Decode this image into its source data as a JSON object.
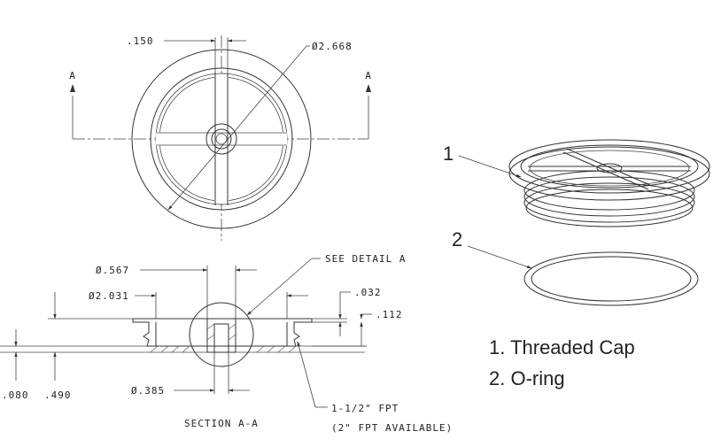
{
  "top_view": {
    "dim_rib": ".150",
    "dim_diameter": "Ø2.668",
    "section_marker_left": "A",
    "section_marker_right": "A"
  },
  "section_view": {
    "dim_hub": "Ø.567",
    "dim_flange": "Ø2.031",
    "dim_bore": "Ø.385",
    "dim_lip": ".032",
    "dim_flange_thk": ".112",
    "dim_base": ".080",
    "dim_height": ".490",
    "detail_note": "SEE DETAIL A",
    "thread_note_line1": "1-1/2\" FPT",
    "thread_note_line2": "(2\" FPT AVAILABLE)",
    "caption": "SECTION A-A"
  },
  "callouts": {
    "item1": "1",
    "item2": "2"
  },
  "legend": {
    "item1": "1. Threaded Cap",
    "item2": "2. O-ring"
  }
}
